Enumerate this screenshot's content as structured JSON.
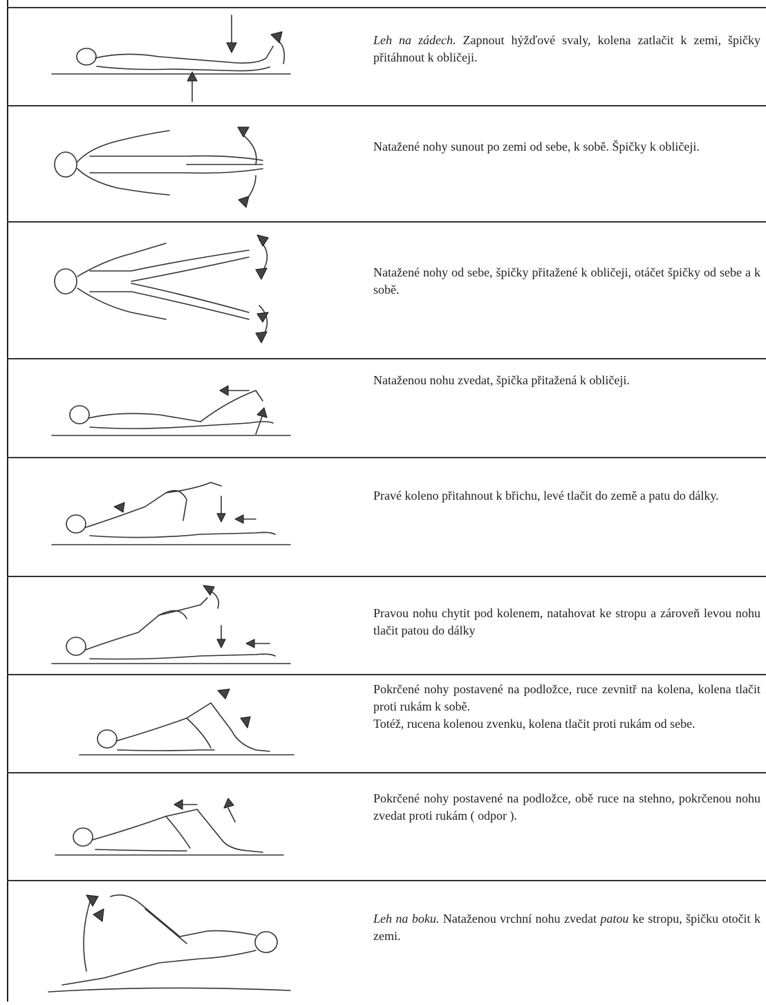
{
  "exercises": [
    {
      "lead": "Leh na zádech.",
      "text": " Zapnout hýžďové svaly, kolena zatlačit k zemi, špičky přitáhnout k obličeji."
    },
    {
      "lead": "",
      "text": "Natažené nohy sunout po zemi od sebe, k sobě. Špičky k obličeji."
    },
    {
      "lead": "",
      "text": "Natažené nohy od sebe, špičky přitažené k obličeji, otáčet špičky od sebe a k sobě."
    },
    {
      "lead": "",
      "text": "Nataženou nohu zvedat, špička přitažená k obličeji."
    },
    {
      "lead": "",
      "text": "Pravé koleno přitahnout k břichu, levé tlačit do země a patu do dálky."
    },
    {
      "lead": "",
      "text": "Pravou nohu chytit pod kolenem, natahovat ke stropu a zároveň levou nohu tlačit patou do dálky"
    },
    {
      "lead": "",
      "text": "Pokrčené nohy postavené na podložce, ruce zevnitř na kolena, kolena tlačit proti rukám k sobě.",
      "text2": "Totéž, rucena kolenou zvenku, kolena tlačit proti rukám od sebe."
    },
    {
      "lead": "",
      "text": "Pokrčené nohy postavené na podložce, obě ruce na stehno, pokrčenou nohu zvedat proti rukám ( odpor )."
    },
    {
      "lead": "Leh na boku.",
      "text": " Nataženou vrchní nohu zvedat ",
      "emph": "patou",
      "text3": " ke stropu, špičku otočit k zemi."
    }
  ]
}
